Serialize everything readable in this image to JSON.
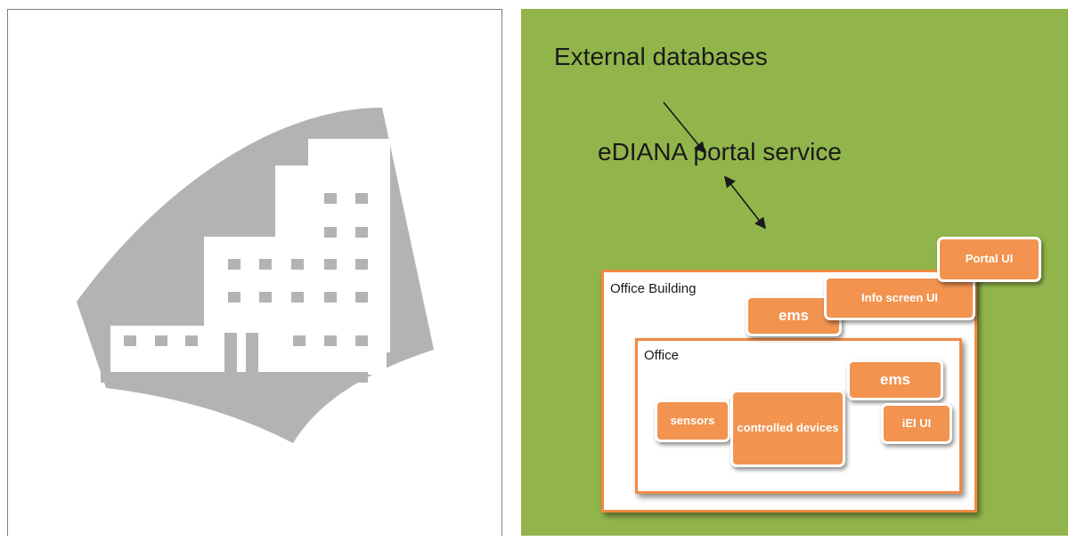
{
  "logo": {
    "icon": "office-building-logo",
    "fill_color": "#b3b3b3"
  },
  "diagram": {
    "background_color": "#92b54b",
    "accent_color": "#f08a42",
    "external_databases": "External databases",
    "portal_service": "eDIANA portal service",
    "office_building": {
      "label": "Office Building",
      "portal_ui": "Portal UI",
      "info_screen_ui": "Info screen UI",
      "ems": "ems"
    },
    "office": {
      "label": "Office",
      "ems": "ems",
      "sensors": "sensors",
      "controlled_devices": "controlled devices",
      "iei_ui": "iEI UI"
    }
  }
}
